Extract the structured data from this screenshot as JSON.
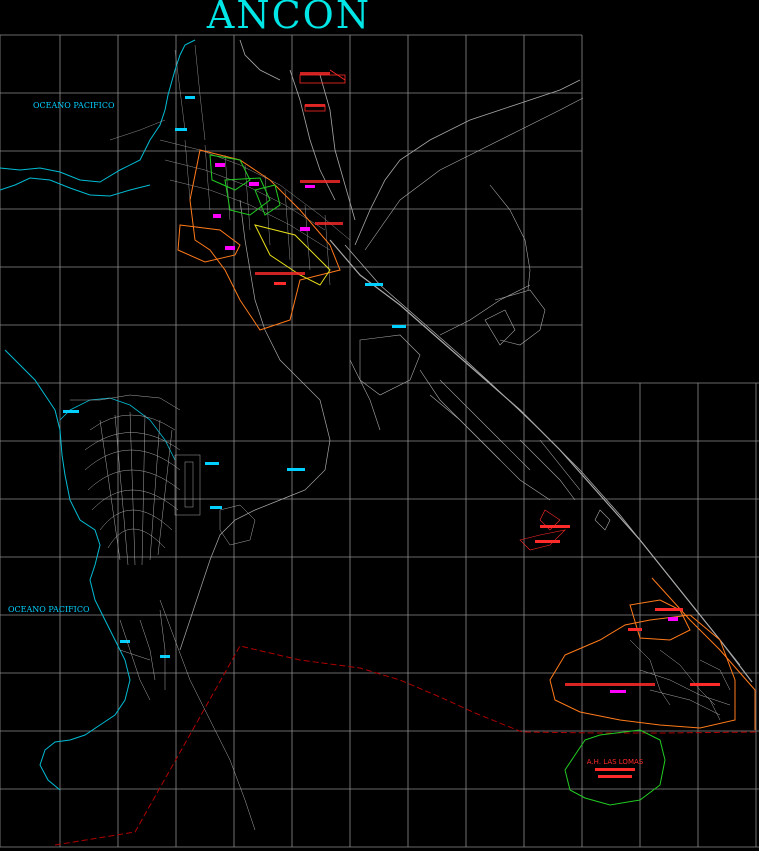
{
  "map": {
    "title": "ANCON",
    "ocean_label_north": "OCEANO PACIFICO",
    "ocean_label_south": "OCEANO PACIFICO",
    "zone_label_lomas": "A.H. LAS LOMAS",
    "colors": {
      "background": "#000000",
      "title": "#00e5e5",
      "grid": "#8c8c8c",
      "coast": "#00bcd4",
      "roads": "#a8a8a8",
      "labels_cyan": "#00d0ff",
      "zones_red": "#ff2a2a",
      "zones_orange": "#ff7a1a",
      "zones_green": "#22cc22",
      "zones_yellow": "#e8e01a",
      "zones_magenta": "#ff00ff",
      "boundary": "#b00000"
    }
  }
}
